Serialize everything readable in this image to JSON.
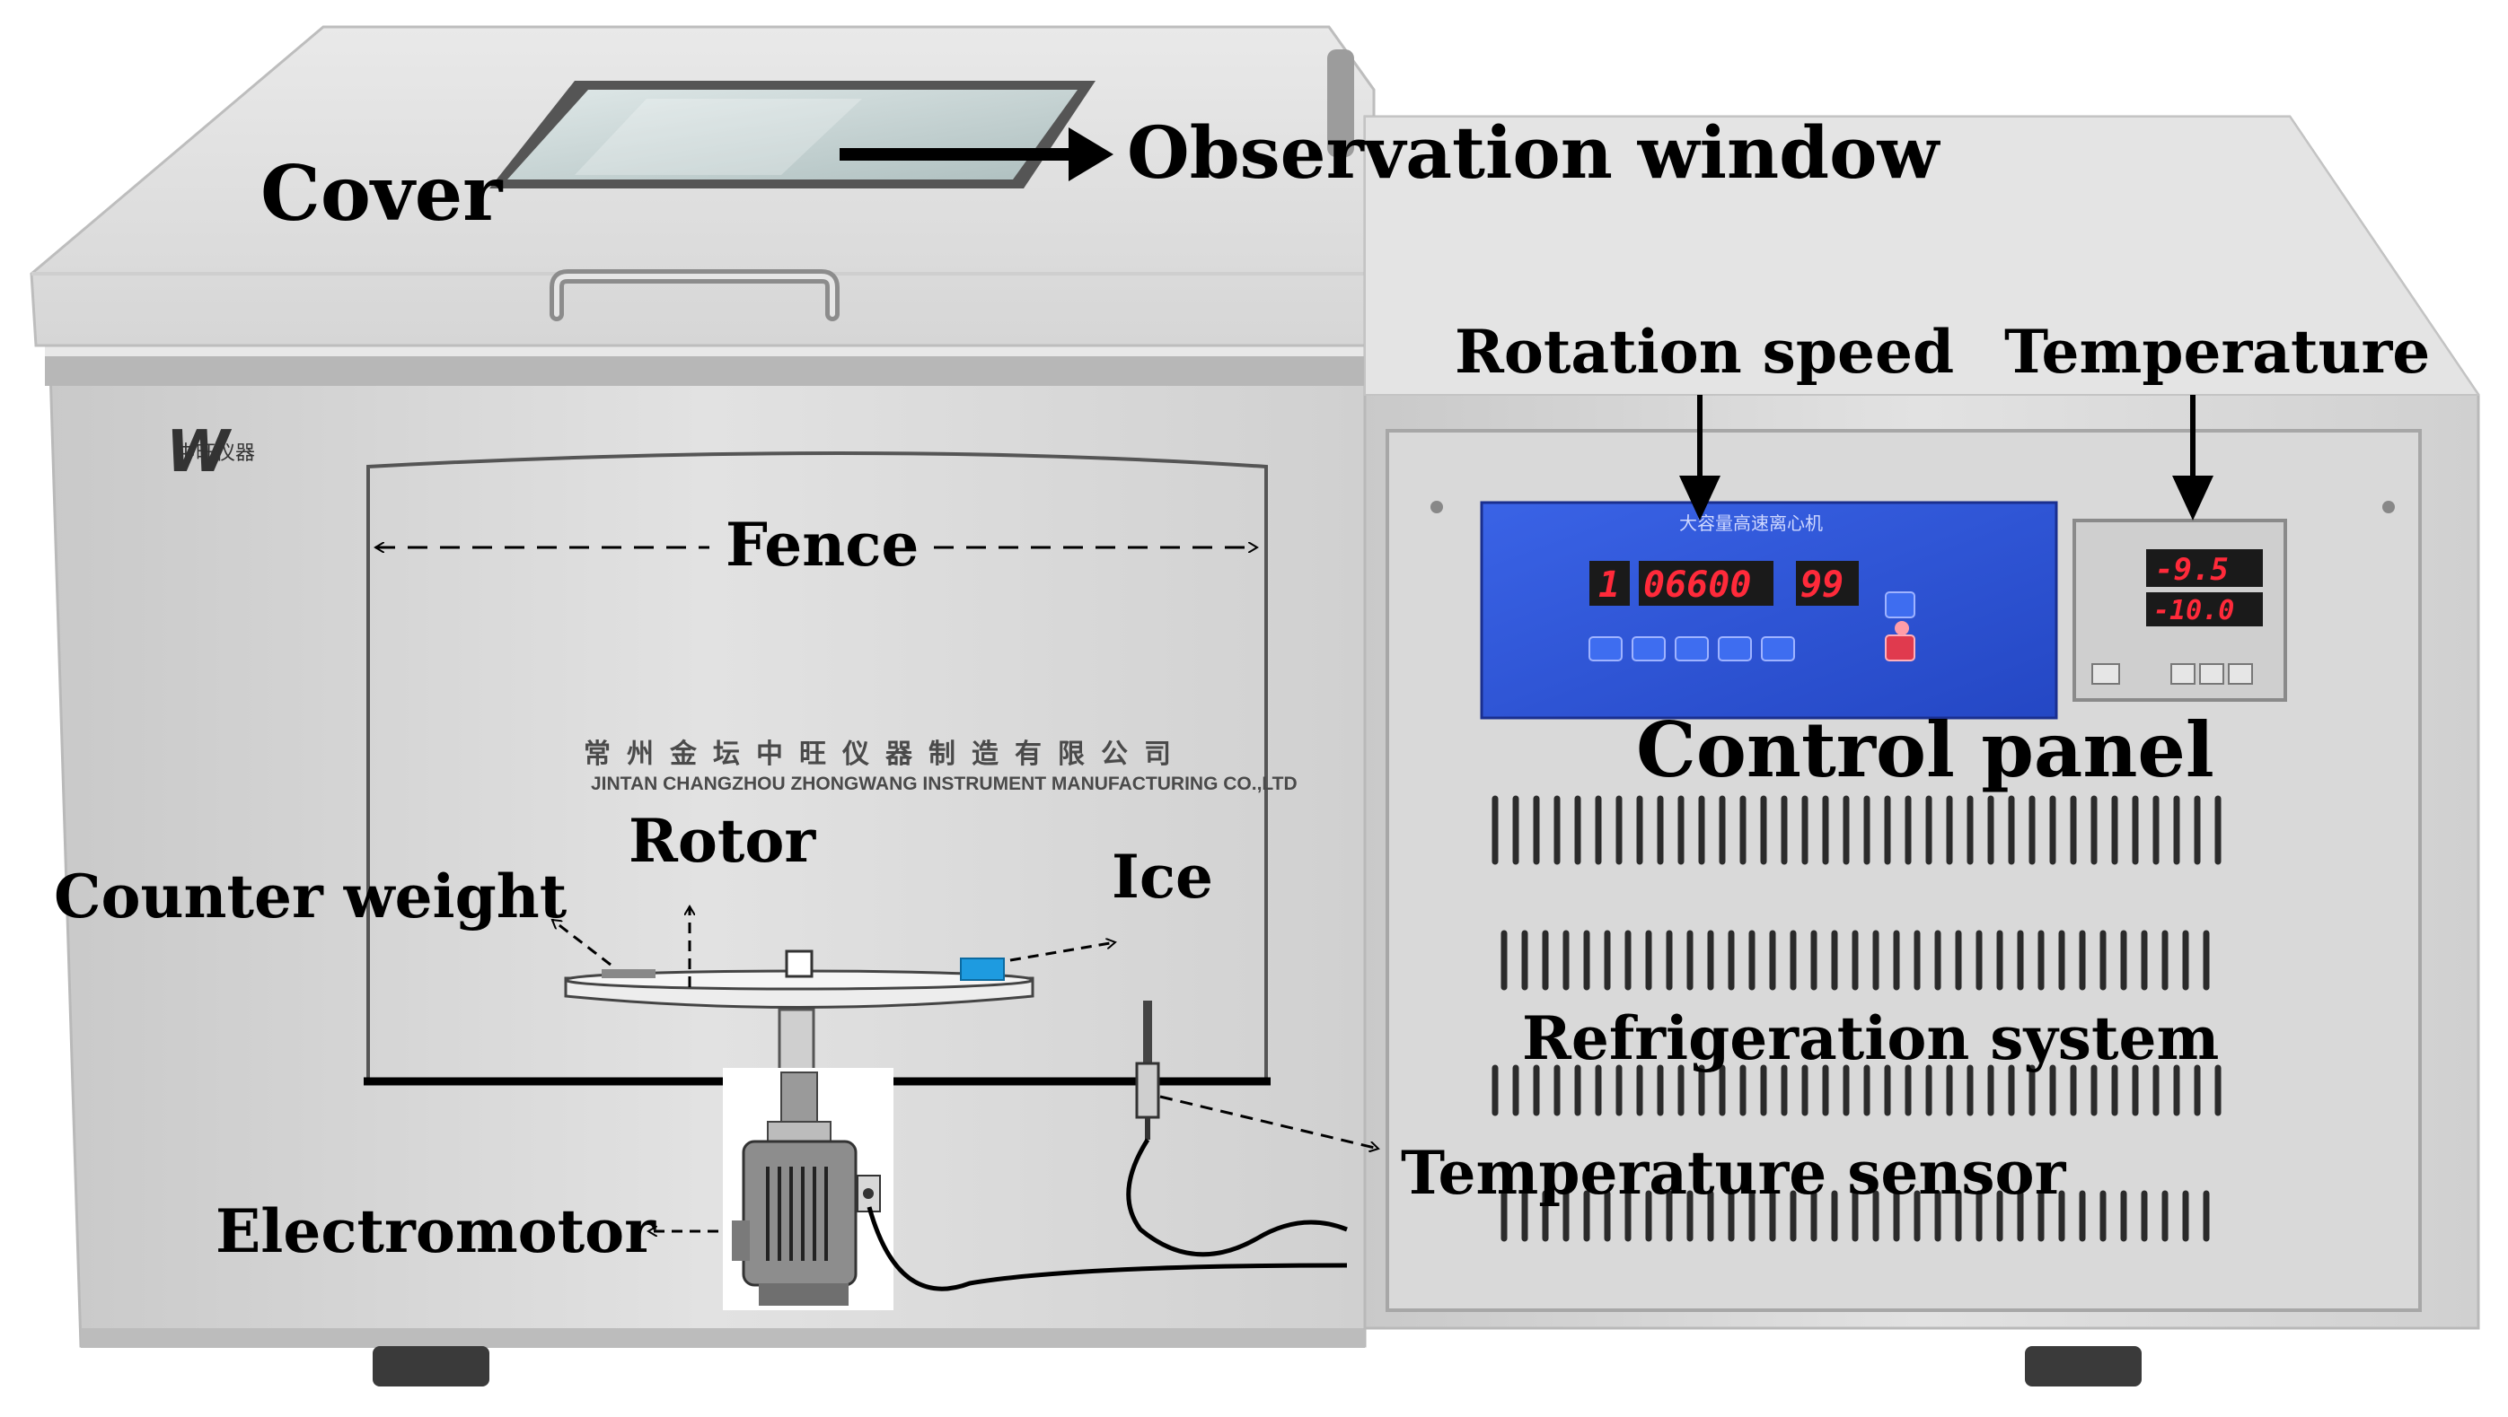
{
  "labels": {
    "cover": "Cover",
    "observation_window": "Observation  window",
    "rotation_speed": "Rotation speed",
    "temperature": "Temperature",
    "fence": "Fence",
    "control_panel": "Control panel",
    "rotor": "Rotor",
    "counter_weight": "Counter weight",
    "ice": "Ice",
    "refrigeration_system": "Refrigeration system",
    "temperature_sensor": "Temperature sensor",
    "electromotor": "Electromotor"
  },
  "device": {
    "brand_logo": "中旺仪器",
    "maker_cn": "常州金坛中旺仪器制造有限公司",
    "maker_en": "JINTAN CHANGZHOU ZHONGWANG INSTRUMENT MANUFACTURING CO.,LTD",
    "panel_title": "大容量高速离心机"
  },
  "displays": {
    "speed_channel": "1",
    "speed_value": "06600",
    "speed_time": "99",
    "temp_pv": "-9.5",
    "temp_sv": "-10.0"
  },
  "colors": {
    "cabinet": "#dcdcdc",
    "panel_blue": "#2f56d6",
    "led_red": "#ff2a3a",
    "ice_block": "#1e9be0"
  },
  "icons": [
    "arrow-right-icon",
    "arrow-down-icon",
    "dashed-double-arrow-icon",
    "dashed-arrow-icon"
  ]
}
